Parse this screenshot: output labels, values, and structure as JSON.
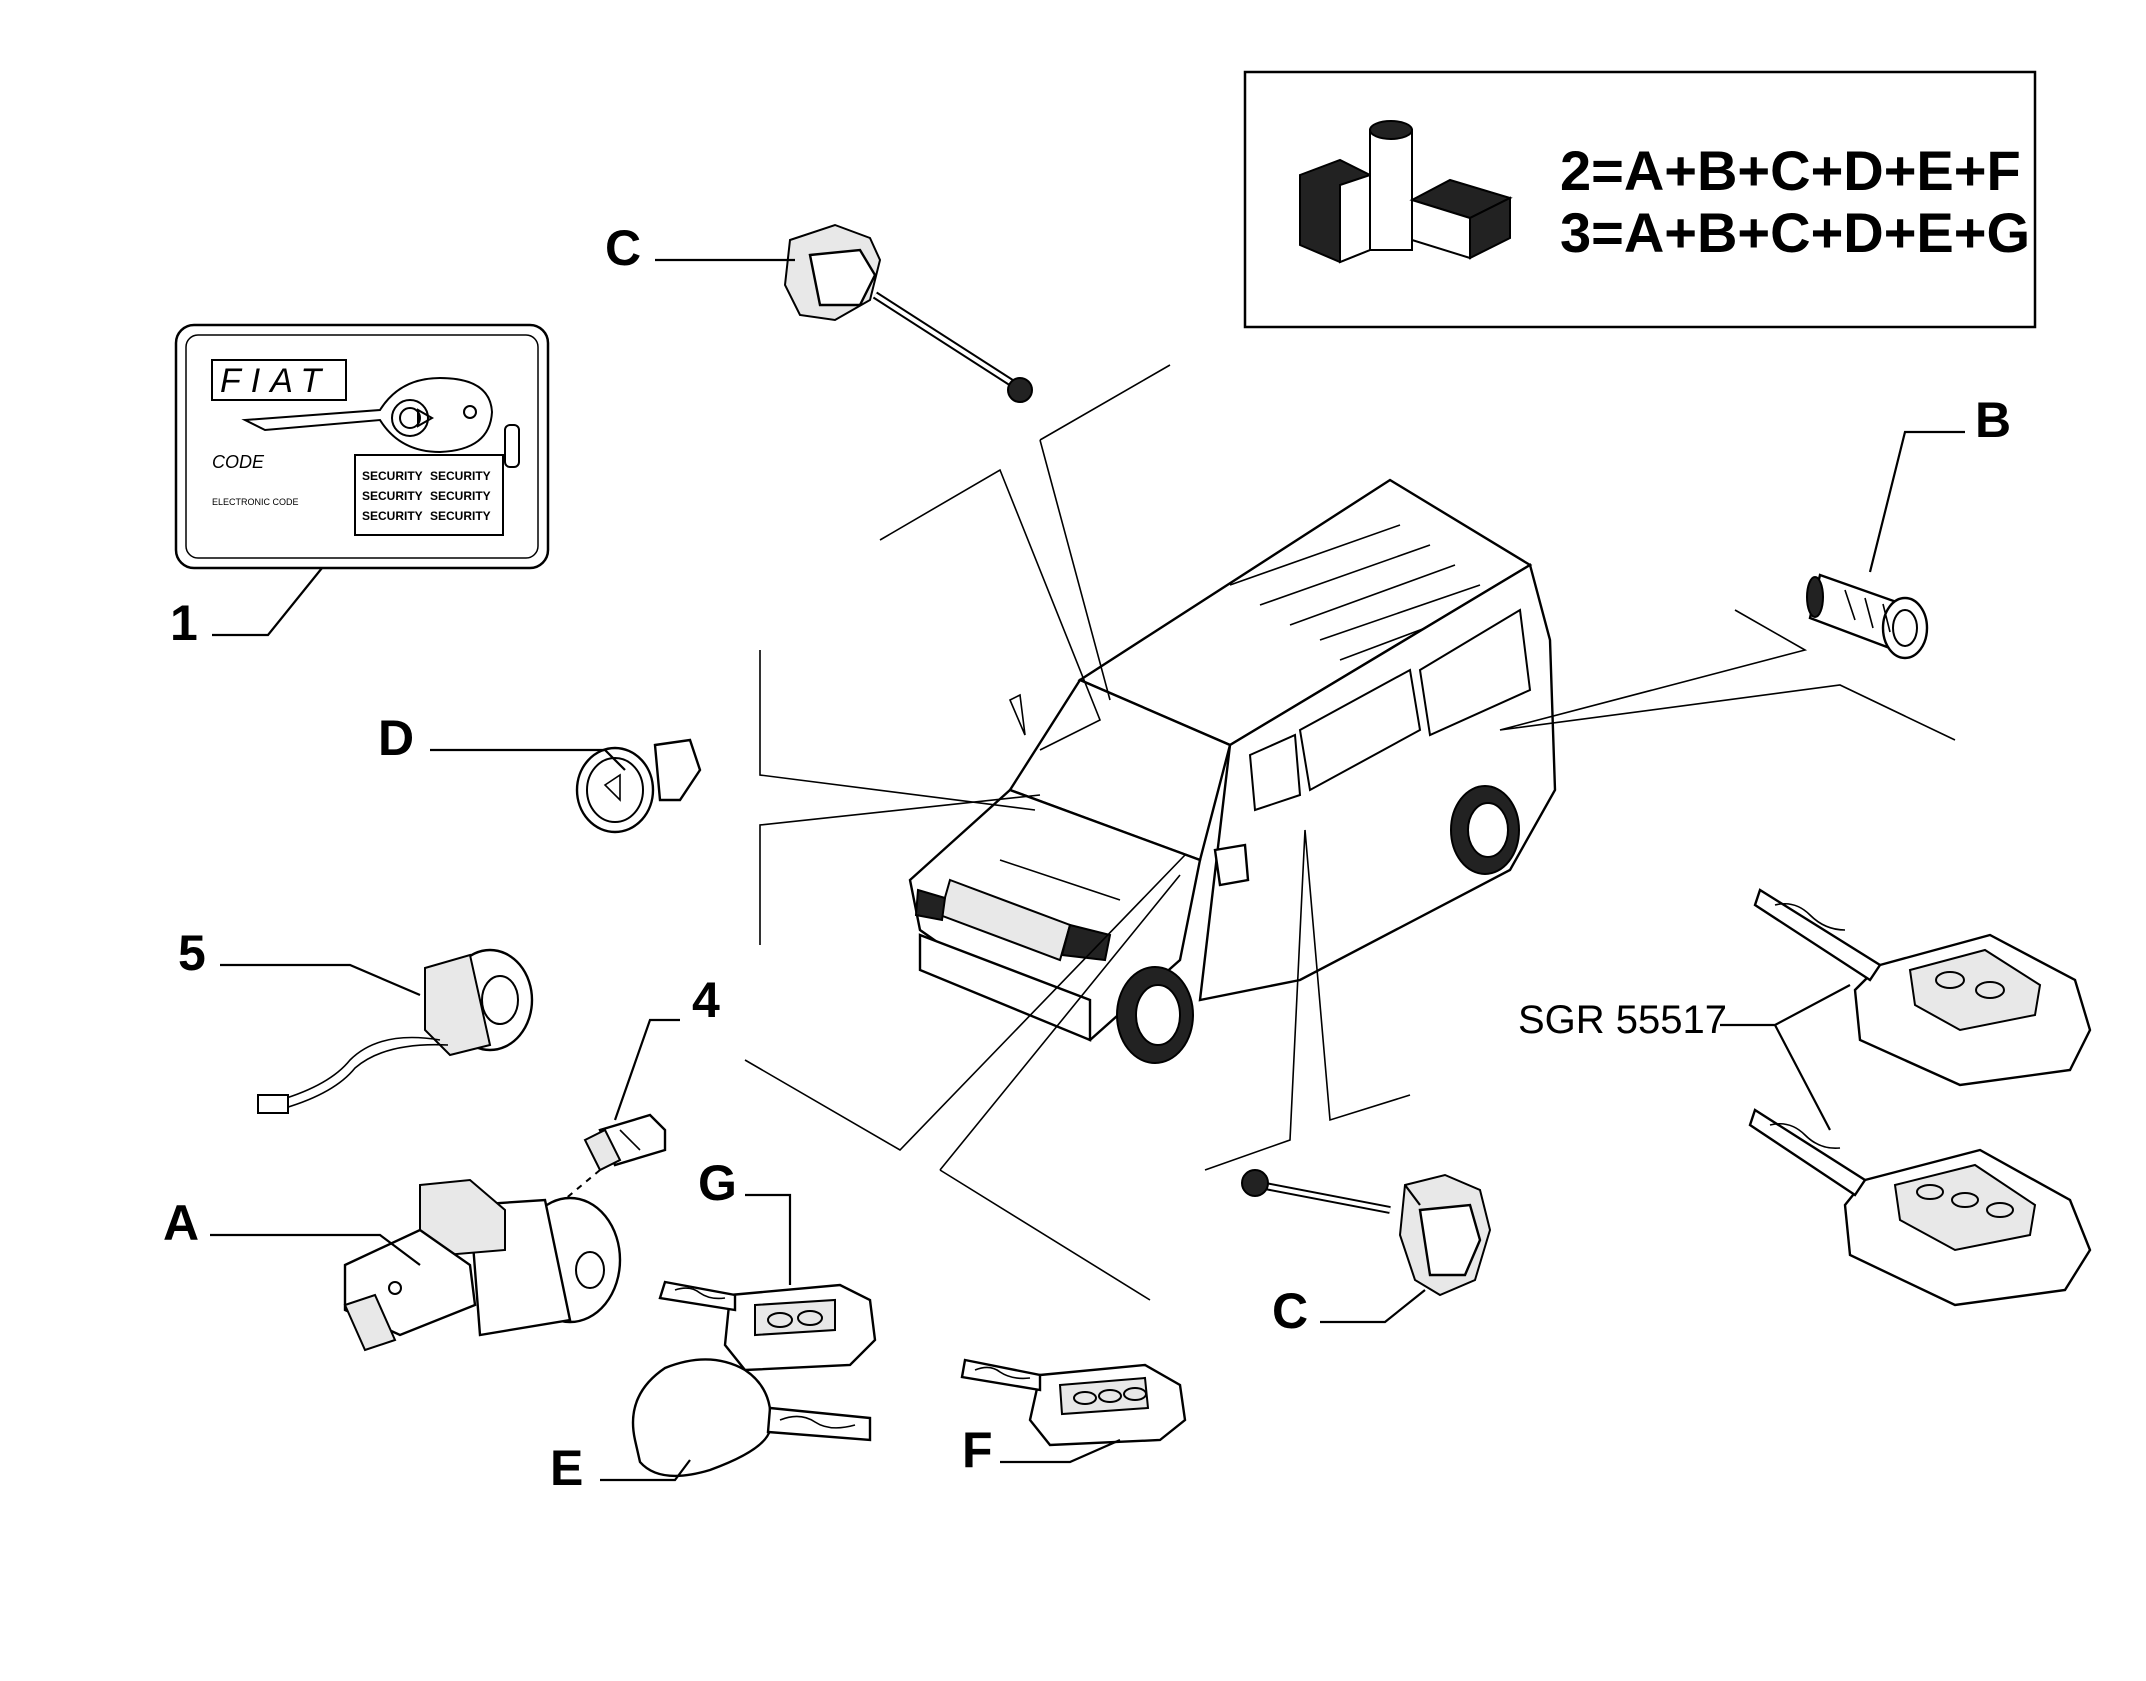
{
  "callouts": {
    "c_top": "C",
    "b": "B",
    "one": "1",
    "d": "D",
    "five": "5",
    "four": "4",
    "a": "A",
    "g": "G",
    "e": "E",
    "f": "F",
    "c_bottom": "C"
  },
  "legend": {
    "line1": "2=A+B+C+D+E+F",
    "line2": "3=A+B+C+D+E+G",
    "kit_icon": "fiat-parts-kit-icon"
  },
  "reference": "SGR 55517",
  "code_card": {
    "brand": "FIAT",
    "code_label": "CODE",
    "electronic_label": "ELECTRONIC CODE",
    "security_text": "SECURITY"
  }
}
